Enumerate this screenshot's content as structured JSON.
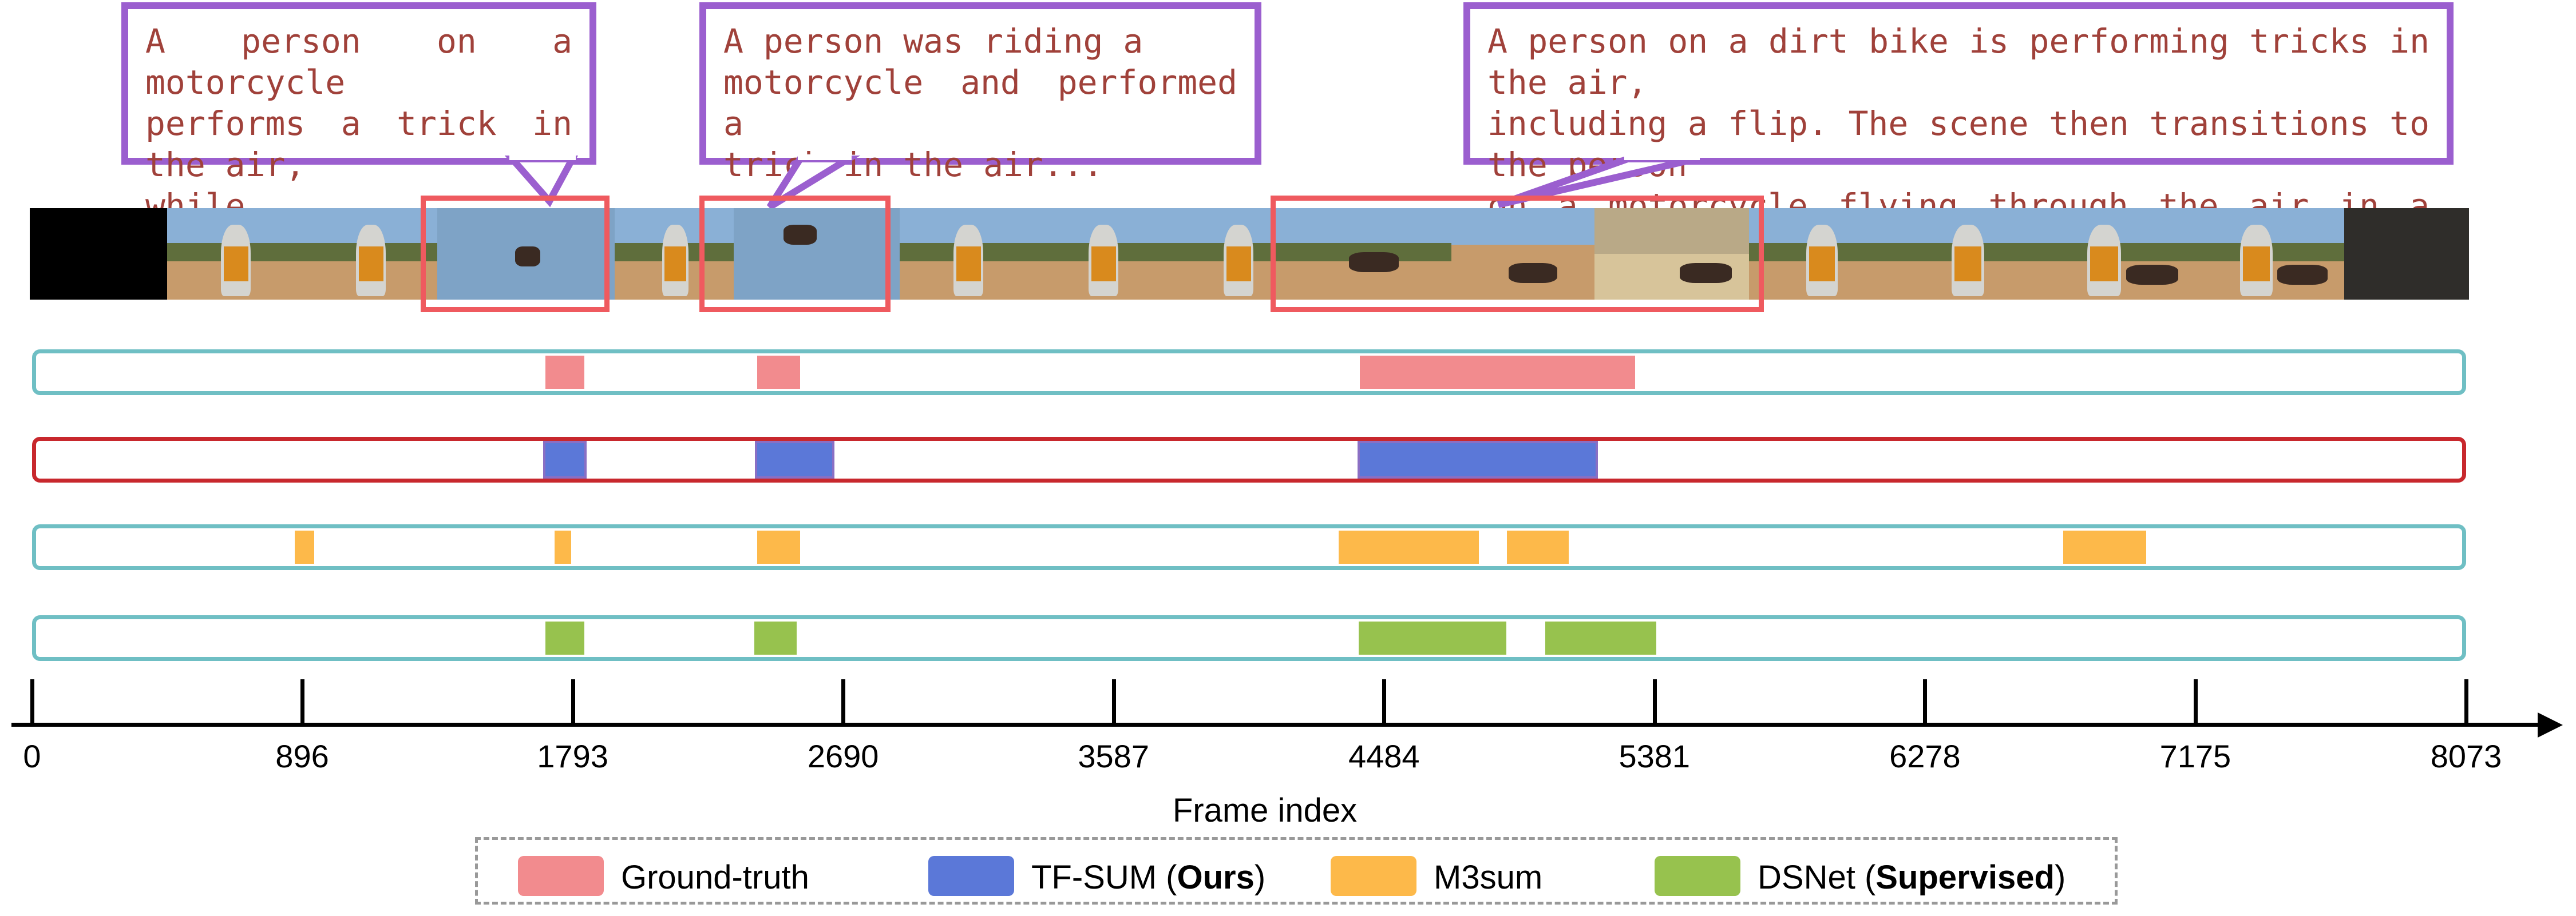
{
  "callouts": [
    {
      "lines": [
        "A person on a motorcycle",
        "performs a trick in the air,",
        "while ..."
      ]
    },
    {
      "lines": [
        "A person was riding a",
        "motorcycle and performed a",
        "trick in the air..."
      ]
    },
    {
      "lines": [
        "A person on a dirt bike is performing tricks in the air,",
        "including a flip. The scene then transitions to the person",
        "on a motorcycle flying through the air in a desert."
      ]
    }
  ],
  "axis": {
    "title": "Frame index",
    "min": 0,
    "max": 8073,
    "ticks": [
      "0",
      "896",
      "1793",
      "2690",
      "3587",
      "4484",
      "5381",
      "6278",
      "7175",
      "8073"
    ]
  },
  "colors": {
    "ground_truth": "#f28b8e",
    "tf_sum": "#5b78d8",
    "m3sum": "#fdb94a",
    "dsnet": "#97c24e",
    "track_border": "#6fbfc4",
    "ours_border": "#c8282d",
    "callout_border": "#9b5fcf",
    "highlight": "#ef5a5f"
  },
  "chart_data": {
    "type": "timeline",
    "x_unit": "frame index",
    "xlim": [
      0,
      8073
    ],
    "series": [
      {
        "name": "Ground-truth",
        "segments": [
          [
            1687,
            1833
          ],
          [
            2392,
            2551
          ],
          [
            4398,
            5328
          ]
        ]
      },
      {
        "name": "TF-SUM (Ours)",
        "segments": [
          [
            1687,
            1833
          ],
          [
            2392,
            2657
          ],
          [
            4398,
            5197
          ]
        ]
      },
      {
        "name": "M3sum",
        "segments": [
          [
            854,
            934
          ],
          [
            1718,
            1789
          ],
          [
            2392,
            2551
          ],
          [
            4327,
            4808
          ],
          [
            4887,
            5107
          ],
          [
            6738,
            7029
          ]
        ]
      },
      {
        "name": "DSNet (Supervised)",
        "segments": [
          [
            1687,
            1833
          ],
          [
            2383,
            2538
          ],
          [
            4393,
            4900
          ],
          [
            5015,
            5399
          ]
        ]
      }
    ]
  },
  "legend": [
    {
      "text": "Ground-truth",
      "bold": "",
      "suffix": ""
    },
    {
      "text": "TF-SUM (",
      "bold": "Ours",
      "suffix": ")"
    },
    {
      "text": "M3sum",
      "bold": "",
      "suffix": ""
    },
    {
      "text": "DSNet (",
      "bold": "Supervised",
      "suffix": ")"
    }
  ]
}
